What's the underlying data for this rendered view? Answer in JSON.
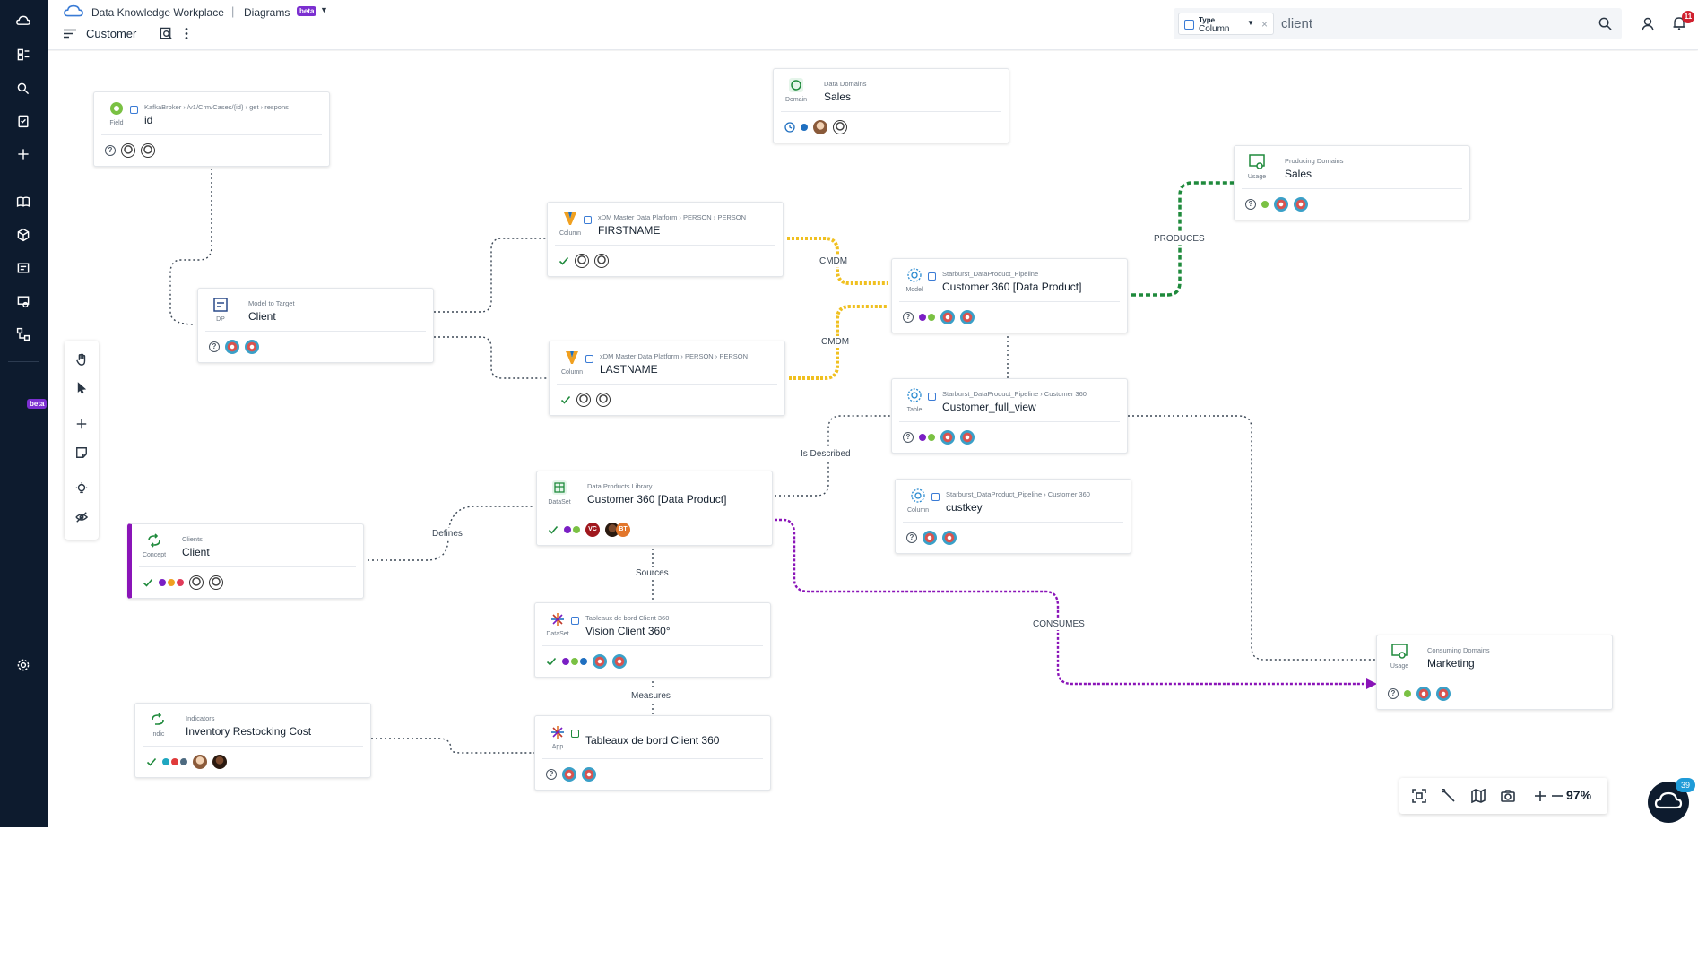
{
  "header": {
    "app_title": "Data Knowledge Workplace",
    "separator": "|",
    "section": "Diagrams",
    "beta": "beta",
    "diagram_name": "Customer",
    "notifications_count": "11"
  },
  "search": {
    "type_key": "Type",
    "type_value": "Column",
    "query": "client"
  },
  "sidebar": {
    "beta": "beta",
    "items": [
      "home-icon",
      "catalog-icon",
      "search-icon",
      "tasks-icon",
      "add-icon",
      "glossary-icon",
      "objects-icon",
      "dashboards-icon",
      "usage-icon",
      "diagrams-icon",
      "settings-icon"
    ]
  },
  "tools": [
    "hand-icon",
    "pointer-icon",
    "add-icon",
    "note-icon",
    "idea-icon",
    "hide-icon"
  ],
  "nodes": {
    "field_id": {
      "type": "Field",
      "crumb": "KafkaBroker  ›  /v1/Crm/Cases/{id}  ›  get  ›  respons",
      "name": "id"
    },
    "dp_client": {
      "type": "DP",
      "crumb": "Model to Target",
      "name": "Client"
    },
    "domain_sales": {
      "type": "Domain",
      "crumb": "Data Domains",
      "name": "Sales"
    },
    "usage_sales": {
      "type": "Usage",
      "crumb": "Producing Domains",
      "name": "Sales"
    },
    "col_firstname": {
      "type": "Column",
      "crumb": "xDM Master Data Platform  ›  PERSON  ›  PERSON",
      "name": "FIRSTNAME"
    },
    "col_lastname": {
      "type": "Column",
      "crumb": "xDM Master Data Platform  ›  PERSON  ›  PERSON",
      "name": "LASTNAME"
    },
    "model_c360": {
      "type": "Model",
      "crumb": "Starburst_DataProduct_Pipeline",
      "name": "Customer 360 [Data Product]"
    },
    "table_cfv": {
      "type": "Table",
      "crumb": "Starburst_DataProduct_Pipeline  ›  Customer 360",
      "name": "Customer_full_view"
    },
    "col_custkey": {
      "type": "Column",
      "crumb": "Starburst_DataProduct_Pipeline  ›  Customer 360",
      "name": "custkey"
    },
    "ds_c360": {
      "type": "DataSet",
      "crumb": "Data Products Library",
      "name": "Customer 360 [Data Product]"
    },
    "concept_client": {
      "type": "Concept",
      "crumb": "Clients",
      "name": "Client"
    },
    "ds_vision": {
      "type": "DataSet",
      "crumb": "Tableaux de bord Client 360",
      "name": "Vision Client 360°"
    },
    "indic_irc": {
      "type": "Indic",
      "crumb": "Indicators",
      "name": "Inventory Restocking Cost"
    },
    "app_tableaux": {
      "type": "App",
      "crumb": "",
      "name": "Tableaux de bord Client 360"
    },
    "usage_marketing": {
      "type": "Usage",
      "crumb": "Consuming Domains",
      "name": "Marketing"
    }
  },
  "avatars": {
    "vc": "VC",
    "bt": "BT"
  },
  "edge_labels": {
    "cmdm_top": "CMDM",
    "cmdm_bottom": "CMDM",
    "produces": "PRODUCES",
    "is_described": "Is Described",
    "defines": "Defines",
    "sources": "Sources",
    "measures": "Measures",
    "consumes": "CONSUMES"
  },
  "zoom": "97%",
  "assistant_count": "39",
  "colors": {
    "rail": "#0d1b2e",
    "beta": "#7b2fd0",
    "cmdm_edge": "#f0c020",
    "produces_edge": "#1f8a3c",
    "consumes_edge": "#8a14b8",
    "link_edge": "#3a4654",
    "purple_dot": "#7a1fc4",
    "green_dot": "#7ac143",
    "blue_dot": "#1f6fc0",
    "teal_dot": "#1fa7c0",
    "red_dot": "#e03b3b",
    "orange_dot": "#f0a020",
    "grey_dot": "#4d6a80"
  }
}
